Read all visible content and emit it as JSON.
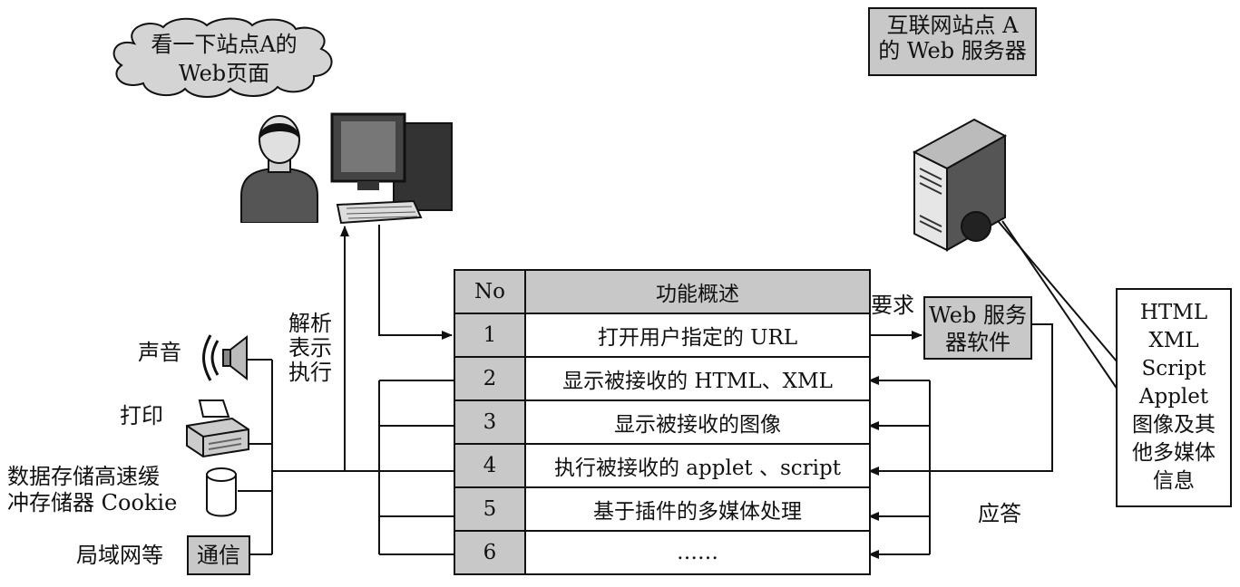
{
  "thought": [
    "看一下站点A的",
    "Web页面"
  ],
  "server_title": [
    "互联网站点 A",
    "的 Web 服务器"
  ],
  "parse_label": [
    "解析",
    "表示",
    "执行"
  ],
  "request_label": "要求",
  "response_label": "应答",
  "web_server_box": [
    "Web 服务",
    "器软件"
  ],
  "media_lines": [
    "HTML",
    "XML",
    "Script",
    "Applet",
    "图像及其",
    "他多媒体",
    "信息"
  ],
  "devices": {
    "sound": "声音",
    "print": "打印",
    "storage": [
      "数据存储高速缓",
      "冲存储器 Cookie"
    ],
    "lan": "局域网等",
    "comm": "通信"
  },
  "table": {
    "header_no": "No",
    "header_desc": "功能概述",
    "rows": [
      {
        "no": "1",
        "desc": "打开用户指定的 URL"
      },
      {
        "no": "2",
        "desc": "显示被接收的 HTML、XML"
      },
      {
        "no": "3",
        "desc": "显示被接收的图像"
      },
      {
        "no": "4",
        "desc": "执行被接收的 applet 、script"
      },
      {
        "no": "5",
        "desc": "基于插件的多媒体处理"
      },
      {
        "no": "6",
        "desc": "……"
      }
    ]
  },
  "icons": [
    "thought-cloud-icon",
    "user-icon",
    "computer-icon",
    "server-icon",
    "speaker-icon",
    "printer-icon",
    "storage-cylinder-icon"
  ]
}
